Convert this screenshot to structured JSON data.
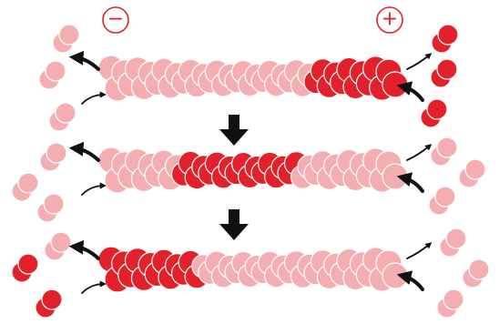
{
  "poles": {
    "minus": "−",
    "plus": "+"
  },
  "colors": {
    "light_subunit": "#f4aeb1",
    "dark_subunit": "#e3212b",
    "arrow": "#111111",
    "background": "#ffffff"
  },
  "stages": [
    {
      "dark_region": "plus-end"
    },
    {
      "dark_region": "middle"
    },
    {
      "dark_region": "minus-end"
    }
  ],
  "step_arrows": 2
}
